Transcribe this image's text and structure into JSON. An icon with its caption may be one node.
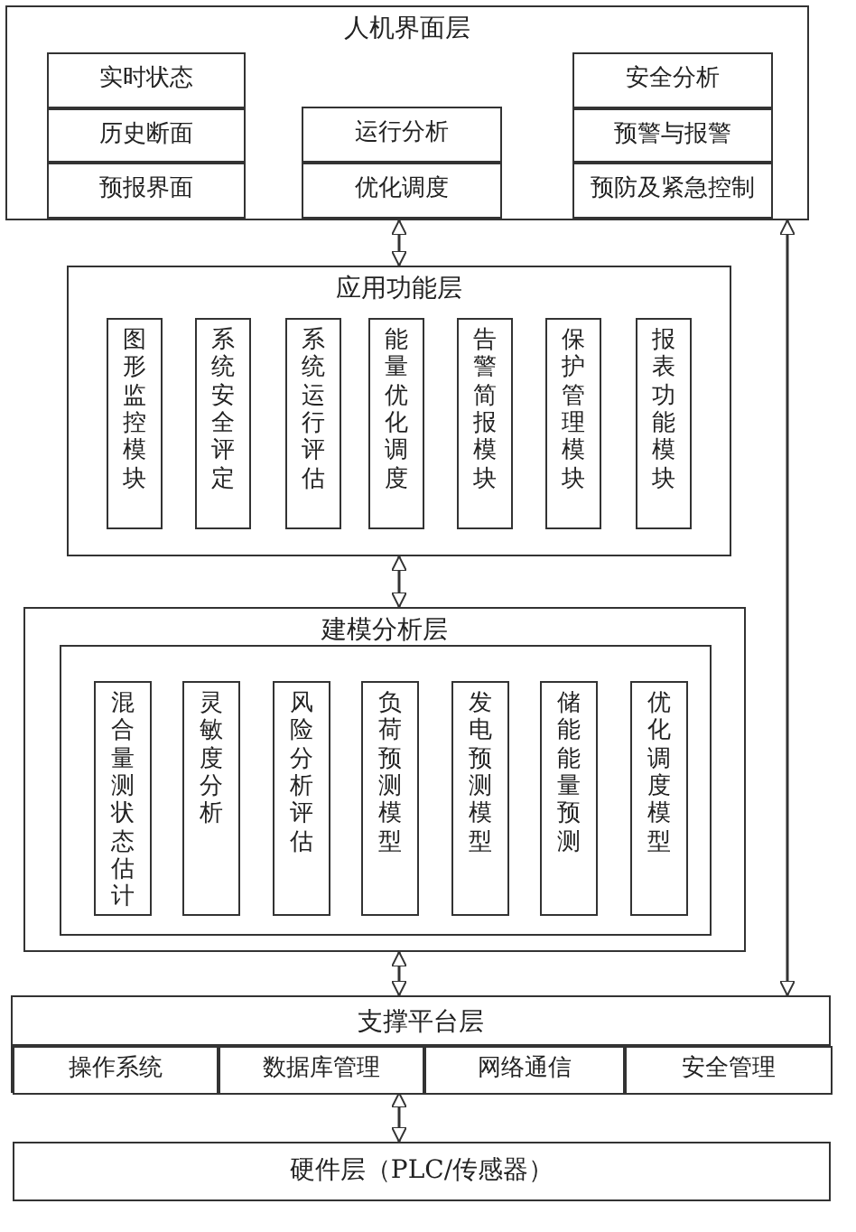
{
  "diagram": {
    "nodes": [
      {
        "text": [
          "人机界面层"
        ]
      },
      {
        "text": [
          "实时状态"
        ],
        "in": 0
      },
      {
        "text": [
          "历史断面"
        ],
        "in": 0
      },
      {
        "text": [
          "预报界面"
        ],
        "in": 0
      },
      {
        "text": [
          "运行分析"
        ],
        "in": 0
      },
      {
        "text": [
          "优化调度"
        ],
        "in": 0
      },
      {
        "text": [
          "安全分析"
        ],
        "in": 0
      },
      {
        "text": [
          "预警与报警"
        ],
        "in": 0
      },
      {
        "text": [
          "预防及紧急控制"
        ],
        "in": 0
      },
      {
        "text": [
          "应用功能层"
        ]
      },
      {
        "text": [
          "图形监控模块"
        ],
        "in": 9
      },
      {
        "text": [
          "系统安全评定"
        ],
        "in": 9
      },
      {
        "text": [
          "系统运行评估"
        ],
        "in": 9
      },
      {
        "text": [
          "能量优化调度"
        ],
        "in": 9
      },
      {
        "text": [
          "告警简报模块"
        ],
        "in": 9
      },
      {
        "text": [
          "保护管理模块"
        ],
        "in": 9
      },
      {
        "text": [
          "报表功能模块"
        ],
        "in": 9
      },
      {
        "text": [
          "建模分析层"
        ]
      },
      {
        "text": [],
        "shape": "box",
        "in": 17
      },
      {
        "text": [
          "混合量测状态估计"
        ],
        "in": 18
      },
      {
        "text": [
          "灵敏度分析"
        ],
        "in": 18
      },
      {
        "text": [
          "风险分析评估"
        ],
        "in": 18
      },
      {
        "text": [
          "负荷预测模型"
        ],
        "in": 18
      },
      {
        "text": [
          "发电预测模型"
        ],
        "in": 18
      },
      {
        "text": [
          "储能能量预测"
        ],
        "in": 18
      },
      {
        "text": [
          "优化调度模型"
        ],
        "in": 18
      },
      {
        "text": [
          "支撑平台层"
        ]
      },
      {
        "text": [
          "操作系统"
        ],
        "in": 26
      },
      {
        "text": [
          "数据库管理"
        ],
        "in": 26
      },
      {
        "text": [
          "网络通信"
        ],
        "in": 26
      },
      {
        "text": [
          "安全管理"
        ],
        "in": 26
      },
      {
        "text": [
          "硬件层（PLC/传感器）"
        ]
      }
    ],
    "edges": [
      {
        "from": 0,
        "to": 9,
        "arrow": "both"
      },
      {
        "from": 9,
        "to": 17,
        "arrow": "both"
      },
      {
        "from": 17,
        "to": 26,
        "arrow": "both"
      },
      {
        "from": 26,
        "to": 31,
        "arrow": "both"
      },
      {
        "from": 0,
        "to": 26,
        "arrow": "both"
      }
    ]
  }
}
